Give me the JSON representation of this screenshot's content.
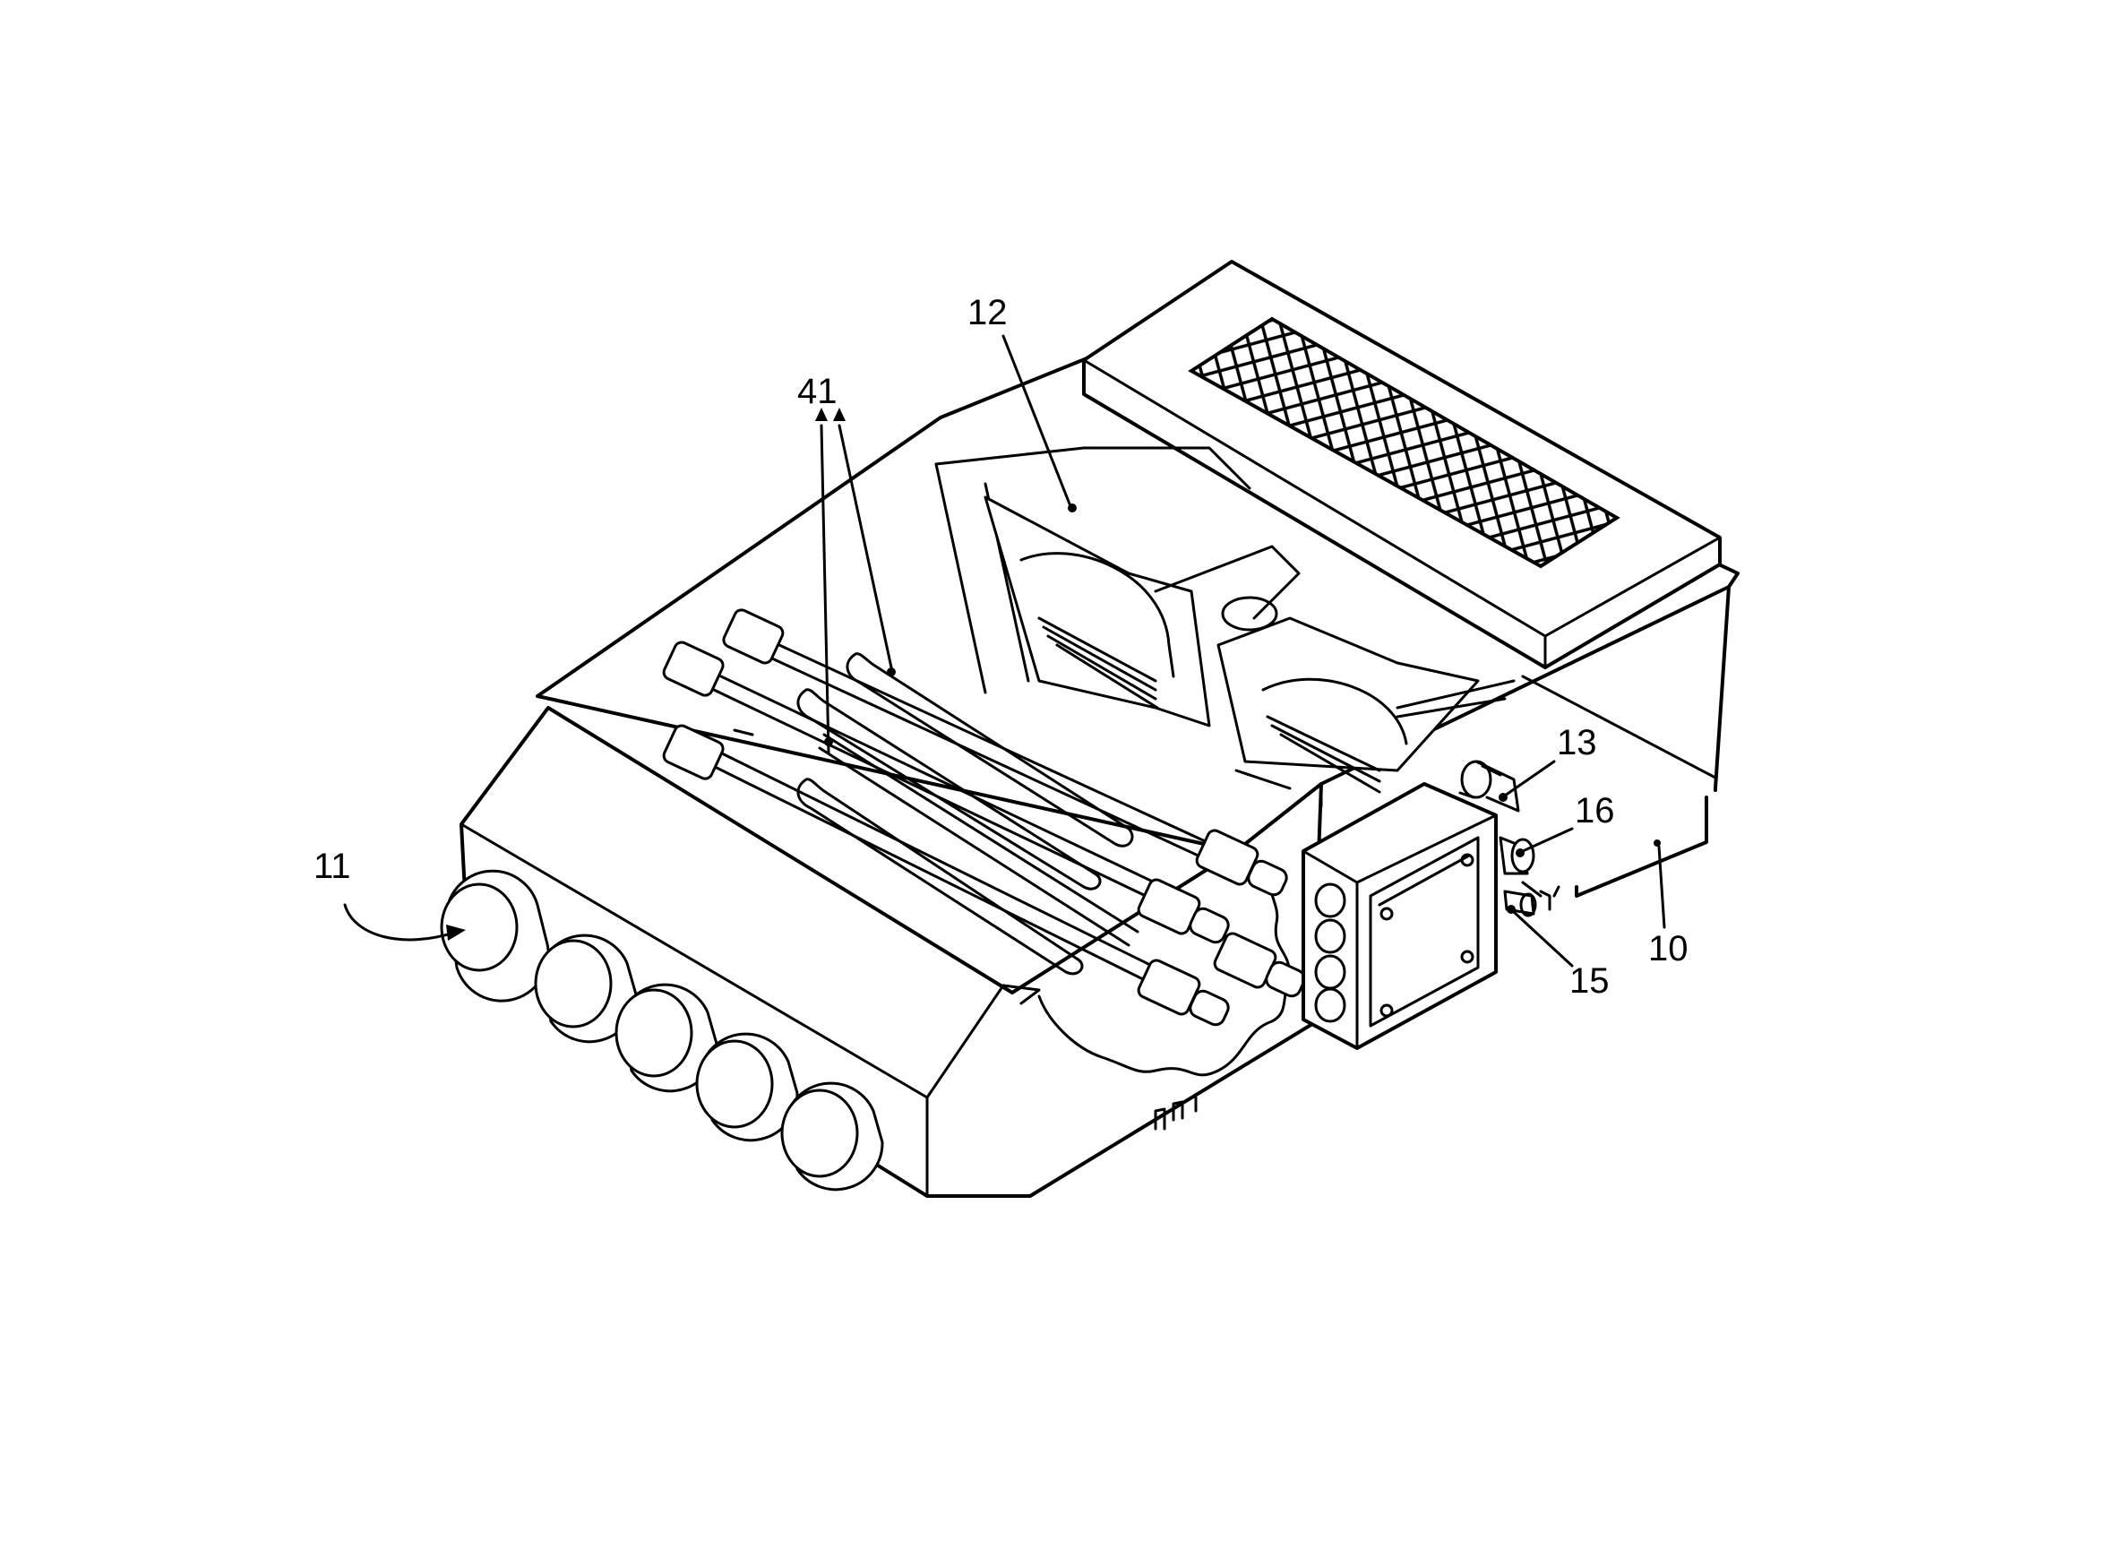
{
  "labels": {
    "ref_41": "41",
    "ref_12": "12",
    "ref_11": "11",
    "ref_13": "13",
    "ref_16": "16",
    "ref_15": "15",
    "ref_10": "10"
  },
  "colors": {
    "line": "#000000",
    "background": "#ffffff"
  }
}
